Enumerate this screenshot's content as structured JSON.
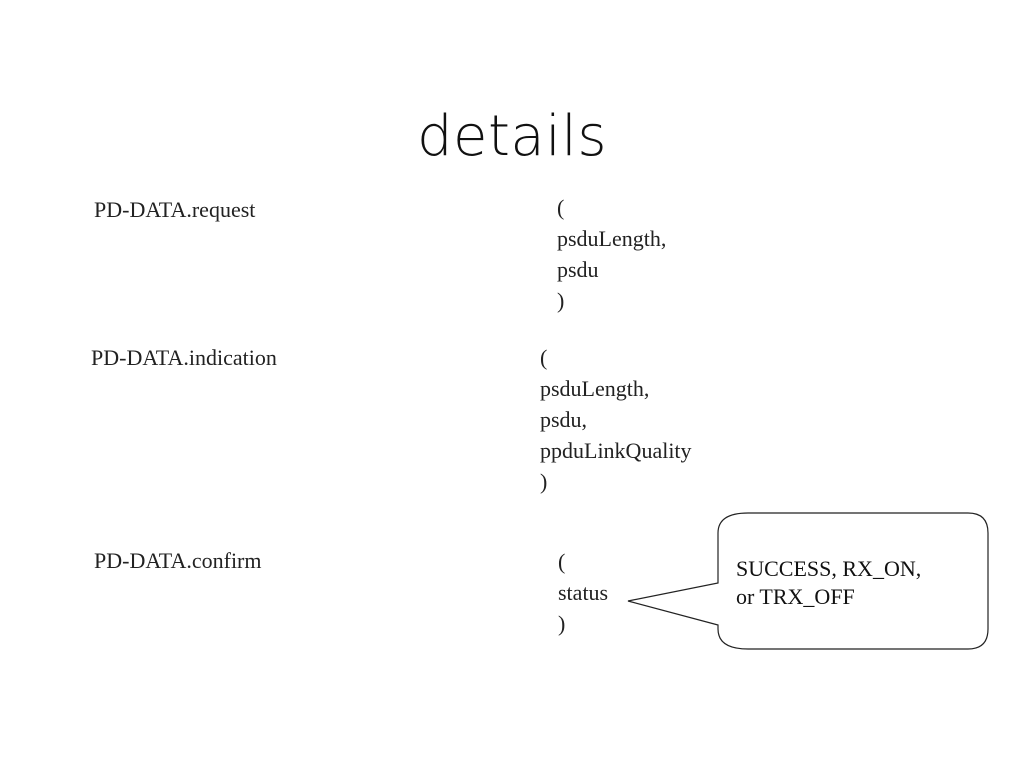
{
  "slide": {
    "title": "details"
  },
  "primitives": [
    {
      "name": "PD-DATA.request",
      "params": [
        "(",
        "psduLength,",
        "psdu",
        ")"
      ]
    },
    {
      "name": "PD-DATA.indication",
      "params": [
        "(",
        "psduLength,",
        "psdu,",
        "ppduLinkQuality",
        ")"
      ]
    },
    {
      "name": "PD-DATA.confirm",
      "params": [
        "(",
        "status",
        ")"
      ]
    }
  ],
  "callout": {
    "lines": [
      "SUCCESS, RX_ON,",
      "or TRX_OFF"
    ]
  }
}
